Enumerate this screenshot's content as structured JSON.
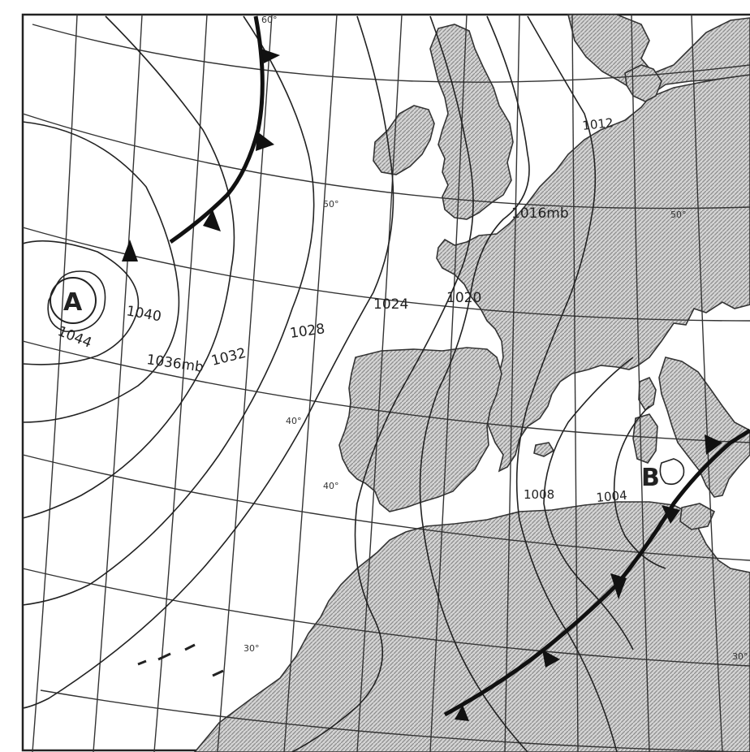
{
  "map": {
    "isobar_unit": "mb",
    "high_symbol": "A",
    "low_symbol": "B",
    "isobar_labels": [
      {
        "id": "isobar-1044",
        "text": "1044"
      },
      {
        "id": "isobar-1040",
        "text": "1040"
      },
      {
        "id": "isobar-1036",
        "text": "1036mb"
      },
      {
        "id": "isobar-1032",
        "text": "1032"
      },
      {
        "id": "isobar-1028",
        "text": "1028"
      },
      {
        "id": "isobar-1024",
        "text": "1024"
      },
      {
        "id": "isobar-1020",
        "text": "1020"
      },
      {
        "id": "isobar-1016",
        "text": "1016mb"
      },
      {
        "id": "isobar-1012",
        "text": "1012"
      },
      {
        "id": "isobar-1008",
        "text": "1008"
      },
      {
        "id": "isobar-1004",
        "text": "1004"
      }
    ],
    "latitude_labels": [
      {
        "id": "lat-60",
        "text": "60°"
      },
      {
        "id": "lat-50",
        "text": "50°"
      },
      {
        "id": "lat-50-east",
        "text": "50°"
      },
      {
        "id": "lat-40",
        "text": "40°"
      },
      {
        "id": "lat-40-west",
        "text": "40°"
      },
      {
        "id": "lat-30",
        "text": "30°"
      },
      {
        "id": "lat-30-east",
        "text": "30°"
      }
    ],
    "colors": {
      "land": "#cfcfcf",
      "land_hatch": "#9a9a9a",
      "ink": "#222222",
      "grid": "#333333"
    }
  }
}
